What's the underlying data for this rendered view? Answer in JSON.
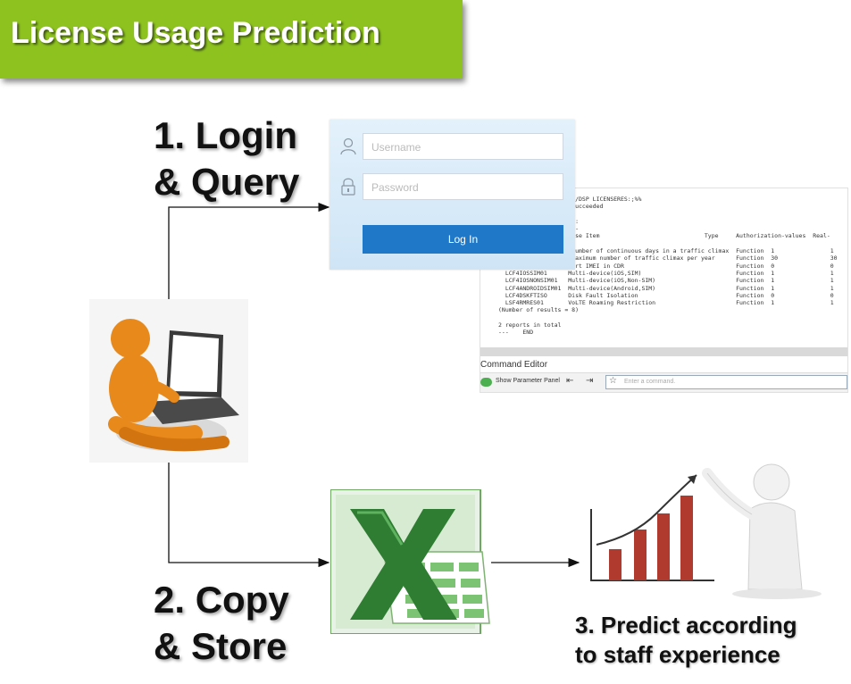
{
  "title": "License Usage Prediction",
  "steps": {
    "step1_line1": "1. Login",
    "step1_line2": "& Query",
    "step2_line1": "2. Copy",
    "step2_line2": "& Store",
    "step3_line1": "3. Predict according",
    "step3_line2": "to staff experience"
  },
  "login": {
    "username_placeholder": "Username",
    "password_placeholder": "Password",
    "login_button": "Log In"
  },
  "terminal": {
    "lines": [
      "                      /DSP LICENSERES:;%%",
      "                      ucceeded",
      "",
      "                      :",
      "                      -",
      "                      se Item                              Type     Authorization-values  Real-",
      "",
      "                      umber of continuous days in a traffic climax  Function  1                1",
      "                      aximum number of traffic climax per year      Function  30               30",
      "                      rt IMEI in CDR                                Function  0                0",
      "  LCF4IOSSIM01      Multi-device(iOS,SIM)                           Function  1                1",
      "  LCF4IOSNONSIM01   Multi-device(iOS,Non-SIM)                       Function  1                1",
      "  LCF4ANDROIDSIM01  Multi-device(Android,SIM)                       Function  1                1",
      "  LCF4DSKFTISO      Disk Fault Isolation                            Function  0                0",
      "  LSF4RMRES01       VoLTE Roaming Restriction                       Function  1                1",
      "(Number of results = 8)",
      "",
      "2 reports in total",
      "---    END"
    ],
    "command_editor_title": "Command Editor",
    "show_parameter_panel": "Show Parameter Panel",
    "command_placeholder": "Enter a command."
  },
  "colors": {
    "banner": "#8dc21f",
    "login_button": "#1f78c8",
    "figure_orange": "#e8891c",
    "excel_green": "#2e7d32",
    "bar_red": "#b03a2e"
  }
}
